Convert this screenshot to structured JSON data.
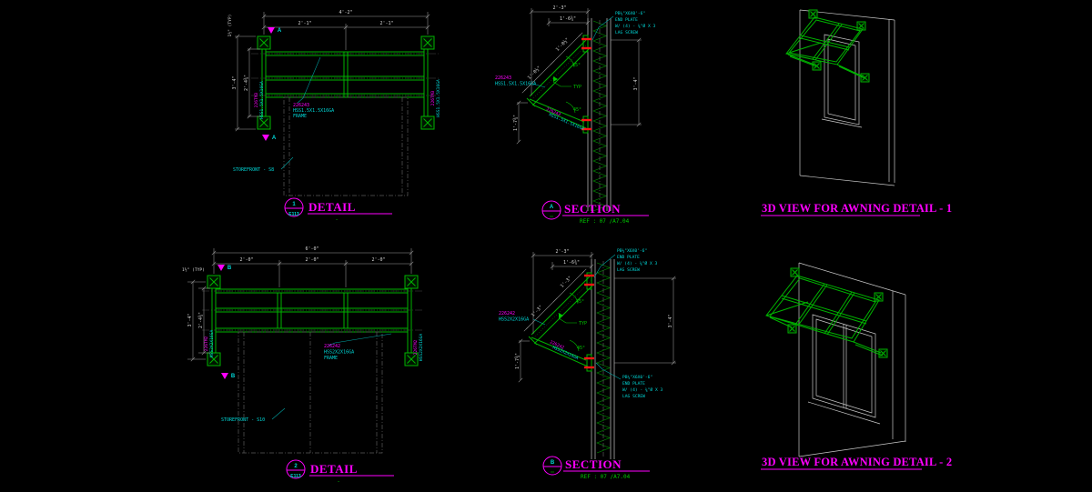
{
  "drawing": {
    "background": "#000000",
    "colors": {
      "frame_green": "#00b400",
      "dimension_gray": "#9b9b9b",
      "dim_text_white": "#d9d9d9",
      "label_cyan": "#00d8d8",
      "label_magenta": "#ff00ff",
      "connection_red": "#ff1414",
      "wall_gray": "#c9c9c9",
      "ref_green": "#00c800"
    },
    "d1": {
      "bubble_num": "1",
      "bubble_sheet": "E113",
      "title": "DETAIL",
      "subtitle": "-",
      "dim_total": "4'-2\"",
      "dim_seg_1": "2'-1\"",
      "dim_seg_2": "2'-1\"",
      "dim_left_outer": "3'-4\"",
      "dim_left_inner": "2'-4¾\"",
      "dim_corner": "1½\" (TYP)",
      "frame_part": "226243",
      "frame_size": "HSS1.5X1.5X16GA",
      "frame_kind": "FRAME",
      "member_part_left": "226TM3",
      "member_size_left": "HSS1.5X1.5X16GA",
      "member_part_right": "226TM3",
      "member_size_right": "HSS1.5X1.5X16GA",
      "storefront": "STOREFRONT - S8",
      "cut_marker": "A"
    },
    "sa": {
      "bubble_letter": "A",
      "title": "SECTION",
      "ref": "REF : 07 /A7.04",
      "dim_top": "2'-3\"",
      "dim_top_inner": "1'-6¾\"",
      "dim_right": "3'-4\"",
      "dim_drop": "1'-7¾\"",
      "dim_diag_1": "1'-0½\"",
      "dim_diag_2": "1'-0½\"",
      "angle_1": "45°",
      "angle_2": "45°",
      "weld_note": "TYP",
      "frame_part": "226243",
      "frame_size": "HSS1.5X1.5X16GA",
      "diag_part": "226243",
      "diag_size": "HSS1.5X1.5X16GA",
      "plate": [
        "PB¼\"X6X0'-6\"",
        "END PLATE",
        "W/ (4) - ⅜\"Ø X 3",
        "LAG SCREW"
      ]
    },
    "v1": {
      "title": "3D VIEW FOR AWNING DETAIL - 1"
    },
    "d2": {
      "bubble_num": "2",
      "bubble_sheet": "E113",
      "title": "DETAIL",
      "subtitle": "-",
      "dim_total": "6'-0\"",
      "dim_seg_1": "2'-0\"",
      "dim_seg_2": "2'-0\"",
      "dim_seg_3": "2'-0\"",
      "dim_left_outer": "3'-4\"",
      "dim_left_inner": "2'-4¾\"",
      "dim_corner": "1½\" (TYP)",
      "frame_part": "226242",
      "frame_size": "HSS2X2X16GA",
      "frame_kind": "FRAME",
      "member_part_left": "226TM2",
      "member_size_left": "HSS2X2X16GA",
      "member_part_right": "226TM2",
      "member_size_right": "HSS2X2X16GA",
      "storefront": "STOREFRONT - S10",
      "cut_marker": "B"
    },
    "sb": {
      "bubble_letter": "B",
      "title": "SECTION",
      "ref": "REF : 07 /A7.04",
      "dim_top": "2'-3\"",
      "dim_top_inner": "1'-6¾\"",
      "dim_right": "3'-4\"",
      "dim_drop": "1'-7¾\"",
      "dim_diag_1": "1'-3\"",
      "dim_diag_2": "1'-3\"",
      "angle_1": "45°",
      "angle_2": "45°",
      "weld_note": "TYP",
      "frame_part": "226242",
      "frame_size": "HSS2X2X16GA",
      "diag_part": "226242",
      "diag_size": "HSS2X2X16GA",
      "plate_top": [
        "PB¼\"X6X0'-6\"",
        "END PLATE",
        "W/ (4) - ⅜\"Ø X 3",
        "LAG SCREW"
      ],
      "plate_bottom": [
        "PB¼\"X6X0'-6\"",
        "END PLATE",
        "W/ (4) - ⅜\"Ø X 3",
        "LAG SCREW"
      ]
    },
    "v2": {
      "title": "3D VIEW FOR AWNING DETAIL - 2"
    }
  }
}
